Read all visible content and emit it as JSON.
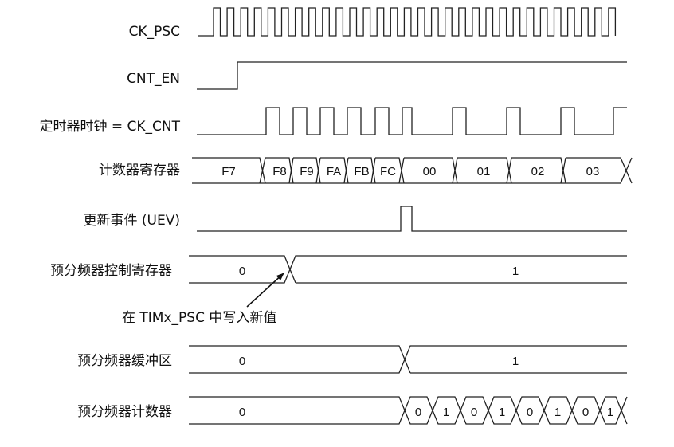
{
  "signals": [
    {
      "id": "ck_psc",
      "label": "CK_PSC"
    },
    {
      "id": "cnt_en",
      "label": "CNT_EN"
    },
    {
      "id": "ck_cnt",
      "label": "定时器时钟 = CK_CNT"
    },
    {
      "id": "counter",
      "label": "计数器寄存器",
      "values": [
        "F7",
        "F8",
        "F9",
        "FA",
        "FB",
        "FC",
        "00",
        "01",
        "02",
        "03"
      ]
    },
    {
      "id": "uev",
      "label": "更新事件 (UEV)"
    },
    {
      "id": "psc_ctrl",
      "label": "预分频器控制寄存器",
      "values": [
        "0",
        "1"
      ]
    },
    {
      "id": "psc_buf",
      "label": "预分频器缓冲区",
      "values": [
        "0",
        "1"
      ]
    },
    {
      "id": "psc_cnt",
      "label": "预分频器计数器",
      "values": [
        "0",
        "0",
        "1",
        "0",
        "1",
        "0",
        "1",
        "0",
        "1"
      ]
    }
  ],
  "annotation": "在 TIMx_PSC 中写入新值"
}
